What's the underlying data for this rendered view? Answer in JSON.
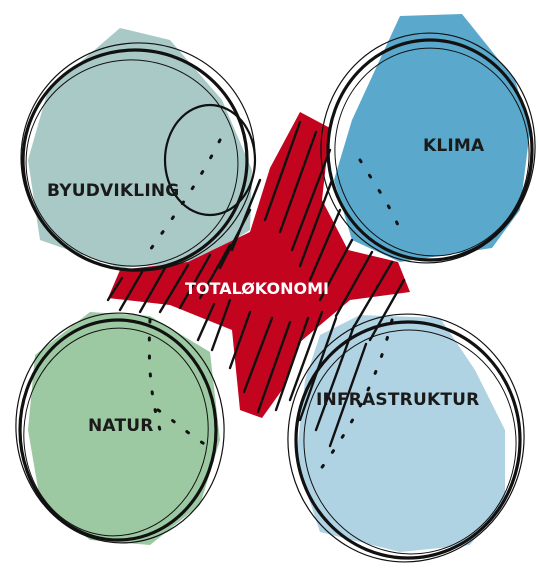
{
  "center": {
    "label": "TOTALØKONOMI",
    "color": "#c2041f"
  },
  "topics": [
    {
      "id": "byudvikling",
      "label": "BYUDVIKLING",
      "color": "#a9c9c7"
    },
    {
      "id": "klima",
      "label": "KLIMA",
      "color": "#5aa9cc"
    },
    {
      "id": "natur",
      "label": "NATUR",
      "color": "#9cc9a2"
    },
    {
      "id": "infrastruktur",
      "label": "INFRASTRUKTUR",
      "color": "#b0d3e4"
    }
  ]
}
